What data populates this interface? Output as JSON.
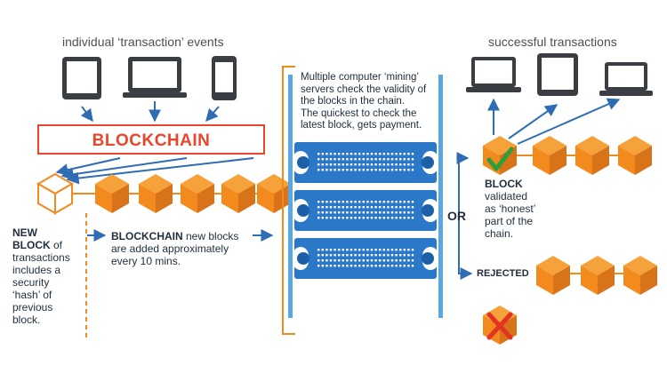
{
  "headers": {
    "left": "individual ‘transaction’ events",
    "right": "successful transactions"
  },
  "blockchain_label": "BLOCKCHAIN",
  "mining_text": [
    "Multiple computer ‘mining’",
    "servers check the validity of",
    "the blocks in the chain.",
    "The quickest to check the",
    "latest block, gets payment."
  ],
  "new_block": {
    "title_line1": "NEW",
    "title_line2": "BLOCK",
    "of": " of",
    "lines": [
      "transactions",
      "includes a",
      "security",
      "‘hash’ of",
      "previous",
      "block."
    ]
  },
  "chain_note": {
    "bold": "BLOCKCHAIN",
    "rest": " new blocks",
    "lines": [
      "are added approximately",
      "every 10 mins."
    ]
  },
  "validated": {
    "bold": "BLOCK",
    "lines": [
      "validated",
      "as ‘honest’",
      "part of the",
      "chain."
    ]
  },
  "or_label": "OR",
  "rejected_label": "REJECTED",
  "colors": {
    "orange": "#f28a1e",
    "orange_dark": "#d9731a",
    "red": "#e8452b",
    "blue": "#2e6db4",
    "server_blue": "#2b78c8",
    "server_light": "#5aa7e6",
    "device": "#3a3d42",
    "green": "#2d9e3a"
  }
}
